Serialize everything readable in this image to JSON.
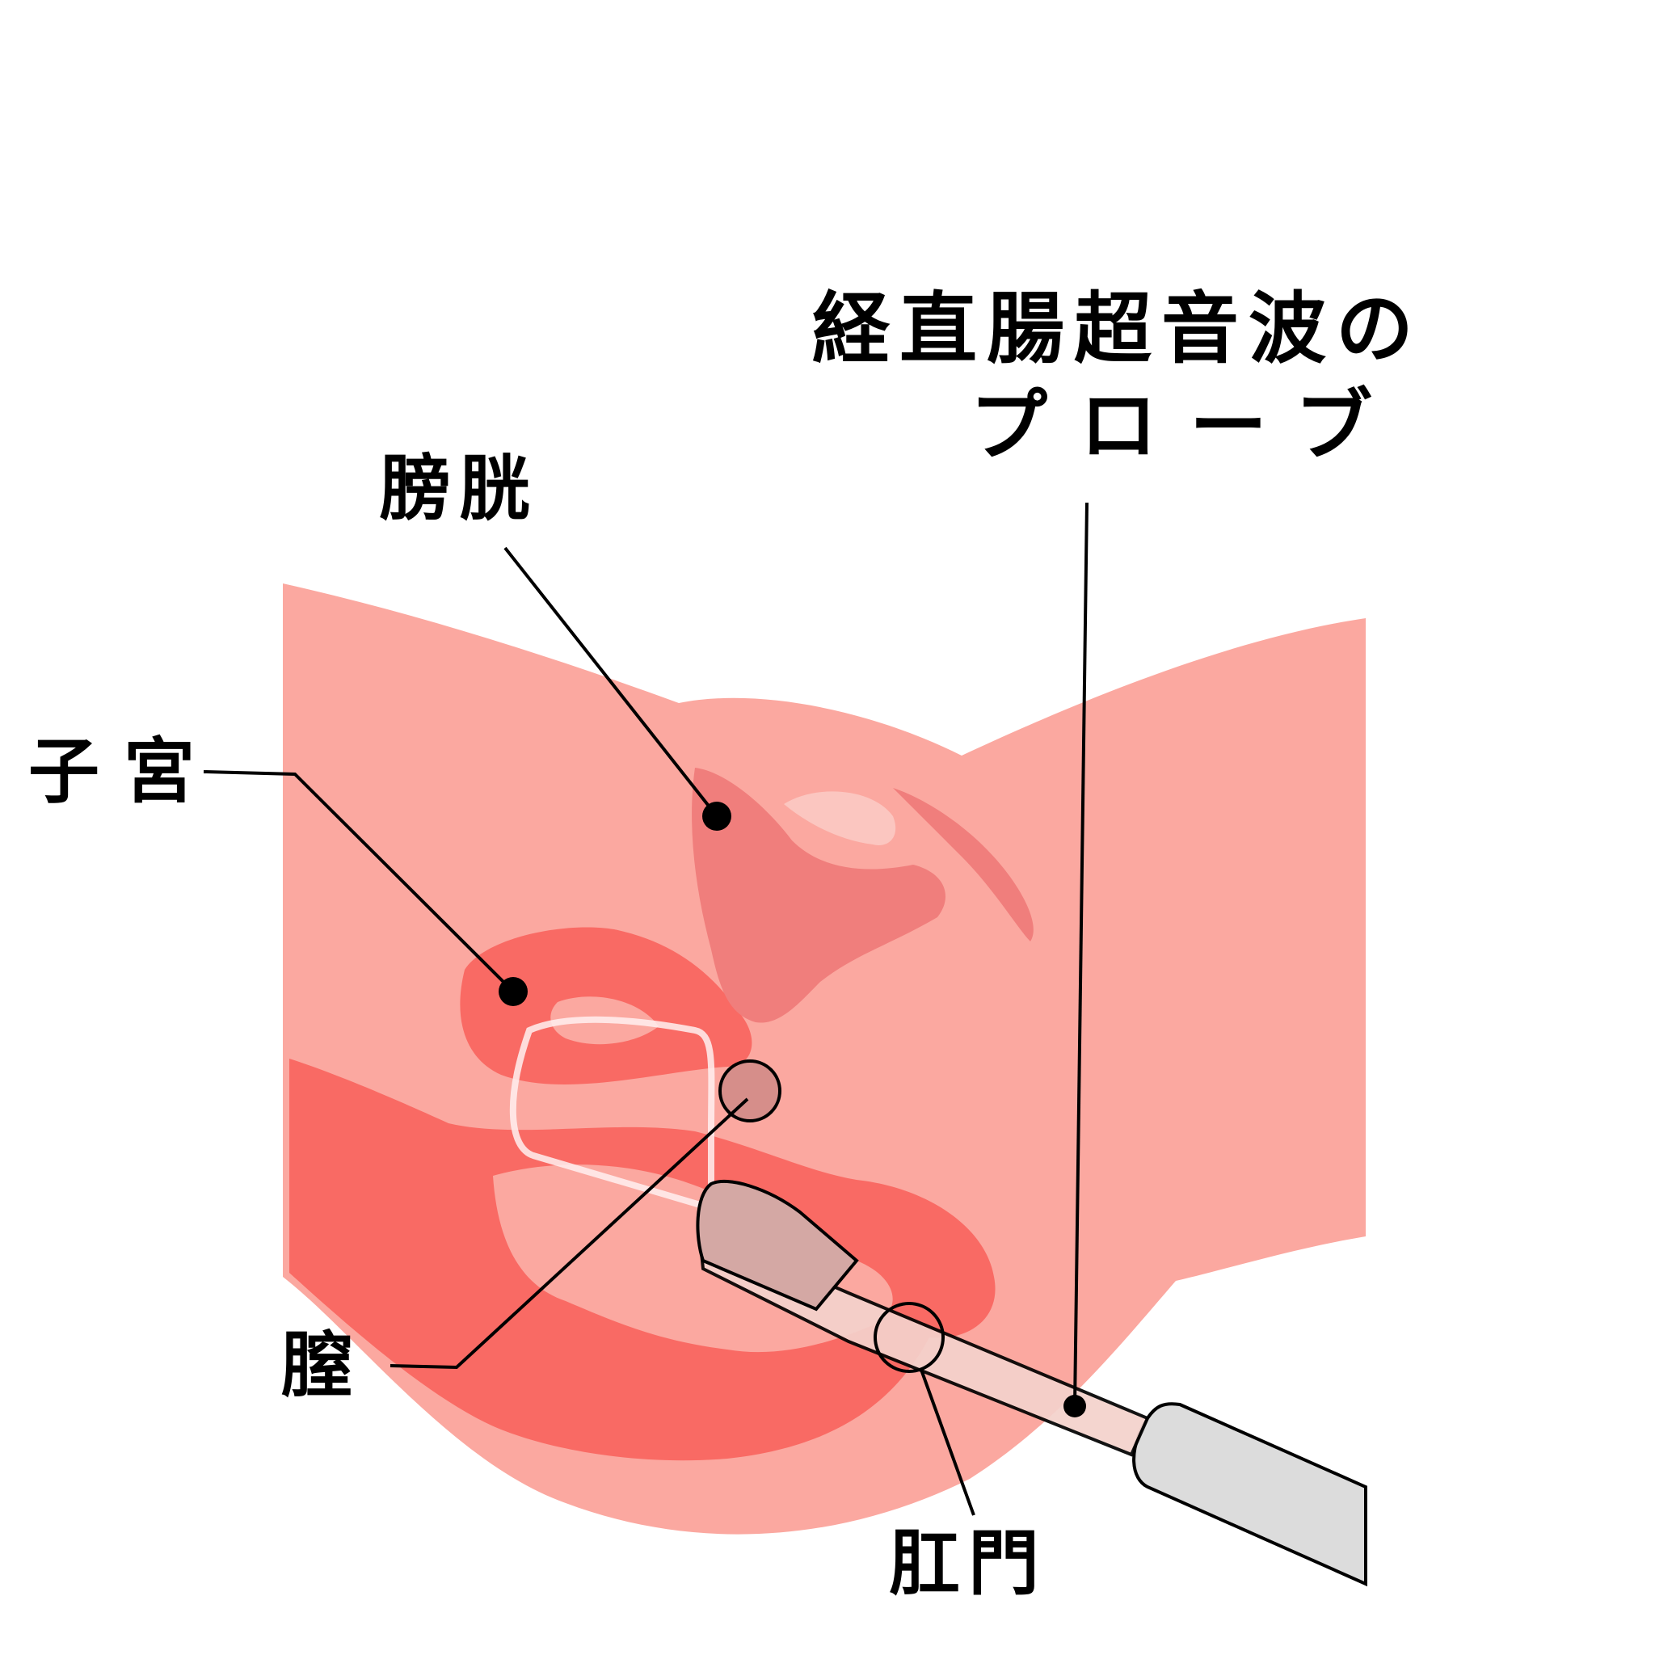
{
  "labels": {
    "probe_line1": "経直腸超音波の",
    "probe_line2": "プローブ",
    "bladder": "膀胱",
    "uterus": "子宮",
    "vagina": "膣",
    "anus": "肛門"
  },
  "colors": {
    "body": "#FBA8A0",
    "bladder": "#F07E7C",
    "uterus": "#F96A64",
    "vagina_outline": "#FFF0F0",
    "probe": "#DCDCDC",
    "marker": "#D68E8A",
    "leader": "#000000"
  }
}
